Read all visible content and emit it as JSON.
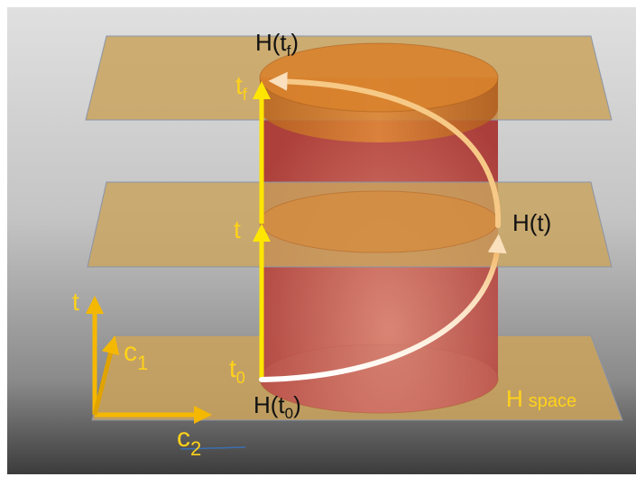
{
  "labels": {
    "h_tf": {
      "base": "H(t",
      "sub": "f",
      "close": ")"
    },
    "h_t": "H(t)",
    "h_t0": {
      "base": "H(t",
      "sub": "0",
      "close": ")"
    },
    "t_f": {
      "base": "t",
      "sub": "f"
    },
    "t_mid": "t",
    "t_0": {
      "base": "t",
      "sub": "0"
    },
    "axis_t": "t",
    "axis_c1": {
      "base": "c",
      "sub": "1"
    },
    "axis_c2": {
      "base": "c",
      "sub": "2"
    },
    "h_space": {
      "main": "H",
      "small": "space"
    }
  },
  "colors": {
    "background_top": "#d9d9d9",
    "background_bottom": "#3a3a3a",
    "plane_fill": "#c9a35e",
    "plane_edge": "#8a94a8",
    "cylinder_orange": "#d8822e",
    "cylinder_red": "#b8404a",
    "arrow_yellow": "#ffe600",
    "axis_orange": "#f5b800",
    "path_light": "#fde3b8",
    "label_yellow": "#ffd21a",
    "label_black": "#111111"
  }
}
